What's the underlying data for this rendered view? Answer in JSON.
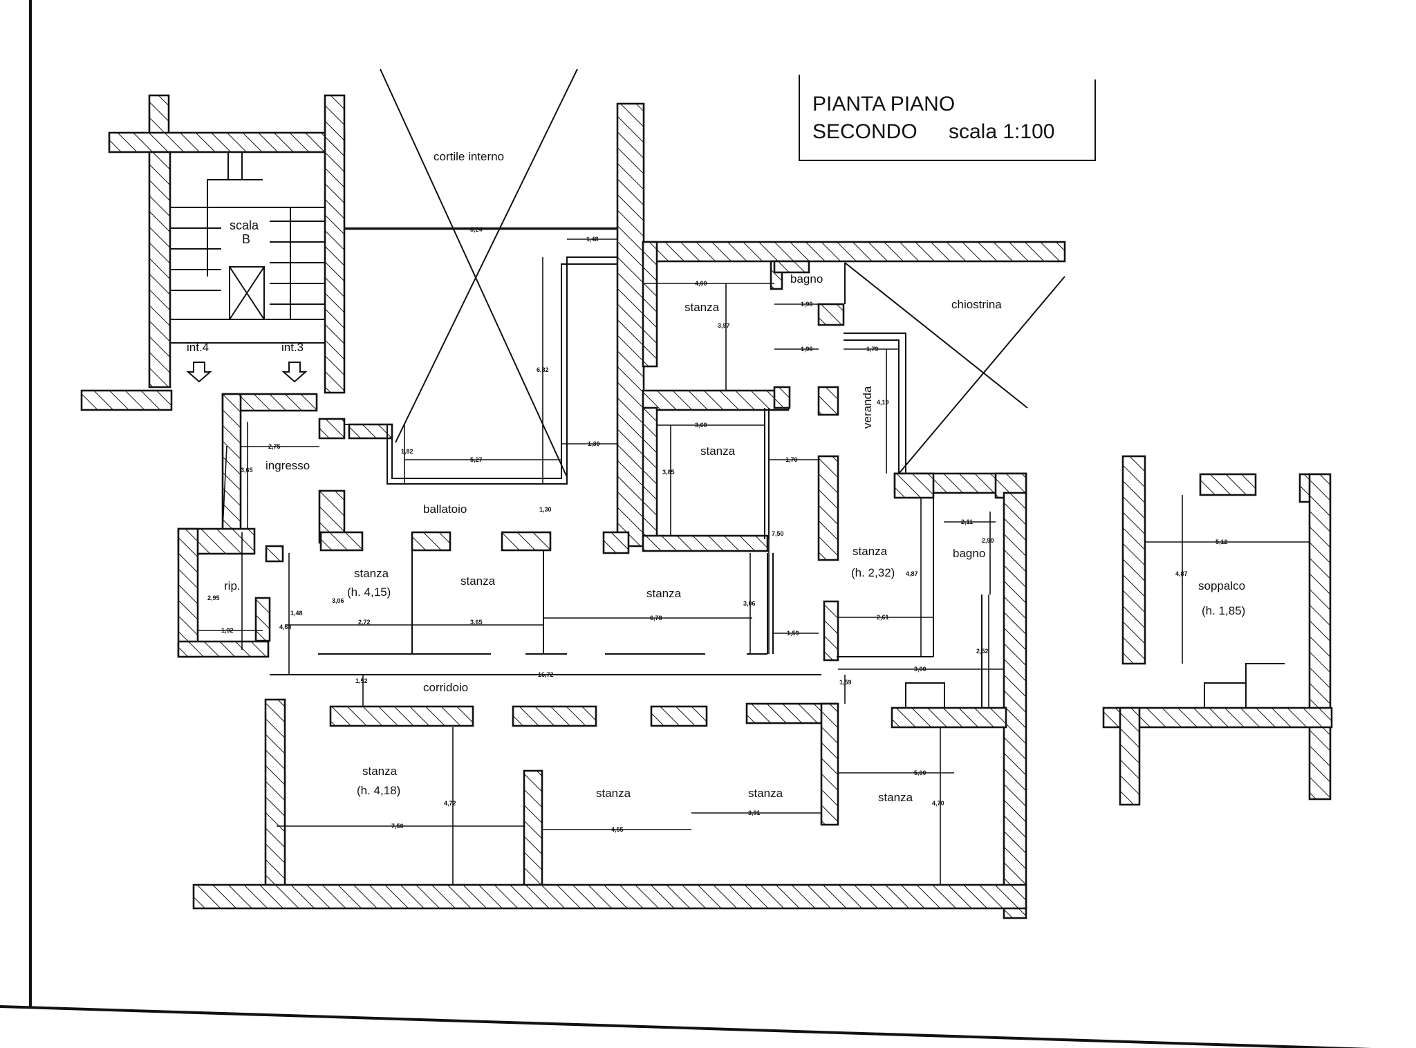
{
  "title": {
    "line1": "PIANTA PIANO",
    "line2": "SECONDO",
    "scale": "scala 1:100"
  },
  "rooms": {
    "cortile": "cortile interno",
    "scala": "scala",
    "scala_b": "B",
    "int4": "int.4",
    "int3": "int.3",
    "ingresso": "ingresso",
    "ballatoio": "ballatoio",
    "rip": "rip.",
    "stanza_top": "stanza",
    "stanza_mid": "stanza",
    "bagno_top": "bagno",
    "chiostrina": "chiostrina",
    "veranda": "veranda",
    "stanza_veranda": "stanza",
    "stanza_veranda_h": "(h. 2,32)",
    "bagno_right": "bagno",
    "stanza_a": "stanza",
    "stanza_a_h": "(h. 4,15)",
    "stanza_b": "stanza",
    "stanza_c": "stanza",
    "corridoio": "corridoio",
    "stanza_d": "stanza",
    "stanza_d_h": "(h. 4,18)",
    "stanza_e": "stanza",
    "stanza_f": "stanza",
    "stanza_g": "stanza",
    "soppalco": "soppalco",
    "soppalco_h": "(h. 1,85)"
  },
  "dimensions": {
    "d_824": "8,24",
    "d_148": "1,48",
    "d_682": "6,82",
    "d_182": "1,82",
    "d_527": "5,27",
    "d_130a": "1,30",
    "d_130b": "1,30",
    "d_275": "2,75",
    "d_365": "3,65",
    "d_400": "4,00",
    "d_397": "3,97",
    "d_190a": "1,90",
    "d_190b": "1,90",
    "d_179": "1,79",
    "d_419": "4,19",
    "d_360": "3,60",
    "d_385": "3,85",
    "d_170": "1,70",
    "d_750": "7,50",
    "d_211": "2,11",
    "d_290": "2,90",
    "d_487a": "4,87",
    "d_295": "2,95",
    "d_192": "1,92",
    "d_148b": "1,48",
    "d_468": "4,68",
    "d_306a": "3,06",
    "d_272": "2,72",
    "d_365b": "3,65",
    "d_678": "6,78",
    "d_306b": "3,06",
    "d_159a": "1,59",
    "d_261": "2,61",
    "d_252": "2,52",
    "d_1672": "16,72",
    "d_152": "1,52",
    "d_159b": "1,59",
    "d_300": "3,00",
    "d_750b": "7,50",
    "d_472": "4,72",
    "d_455": "4,55",
    "d_391": "3,91",
    "d_500": "5,00",
    "d_470": "4,70",
    "d_512": "5,12",
    "d_487b": "4,87"
  },
  "colors": {
    "ink": "#111111",
    "paper": "#ffffff"
  }
}
